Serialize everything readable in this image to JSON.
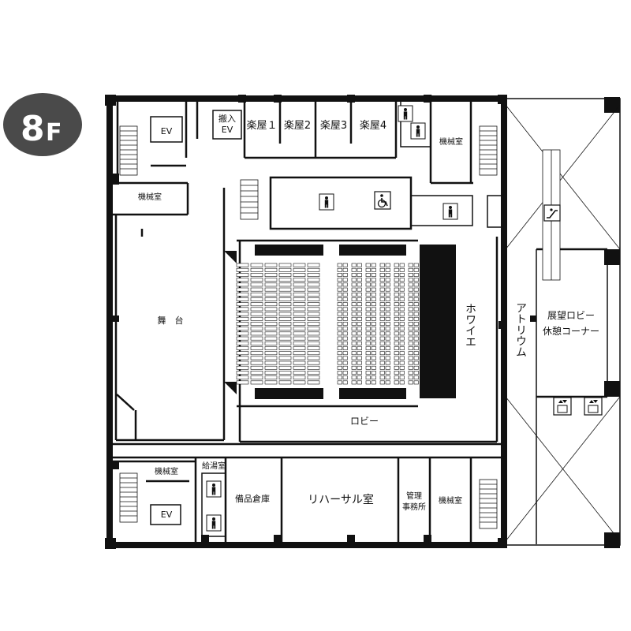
{
  "floor_badge": {
    "number": "8",
    "letter": "F",
    "color": "#4a4a4a"
  },
  "rooms": {
    "ev_top": "EV",
    "ev_bottom": "EV",
    "loading_ev_line1": "搬入",
    "loading_ev_line2": "EV",
    "dressing_1": "楽屋１",
    "dressing_2": "楽屋2",
    "dressing_3": "楽屋3",
    "dressing_4": "楽屋4",
    "machine_room_nw": "機械室",
    "machine_room_ne": "機械室",
    "machine_room_sw": "機械室",
    "machine_room_se": "機械室",
    "stage": "舞　台",
    "foyer": "ホワイエ",
    "atrium": "アトリウム",
    "observation_line1": "展望ロビー",
    "observation_line2": "休憩コーナー",
    "lobby": "ロビー",
    "kitchenette": "給湯室",
    "storage": "備品倉庫",
    "rehearsal": "リハーサル室",
    "office_line1": "管理",
    "office_line2": "事務所"
  },
  "icons": {
    "restroom": "person-icon",
    "accessible": "wheelchair-icon",
    "escalator": "escalator-icon",
    "elevator": "elevator-icon"
  }
}
